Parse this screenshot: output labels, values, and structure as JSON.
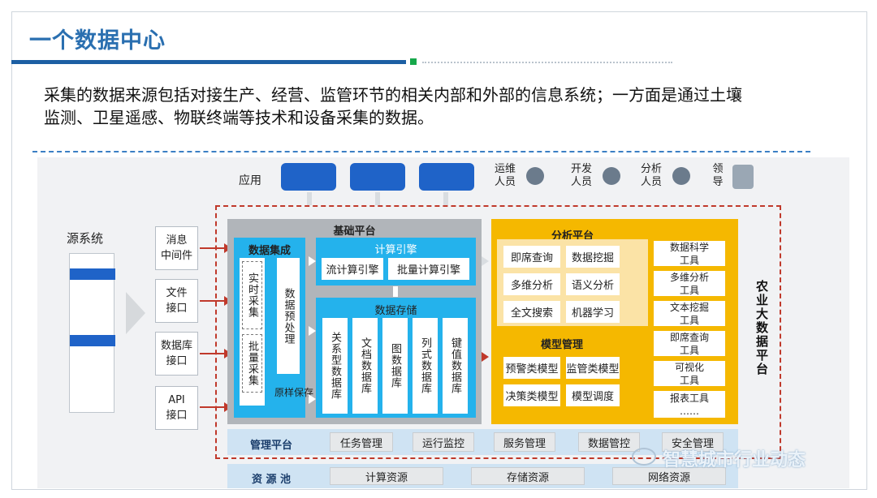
{
  "header": {
    "title": "一个数据中心",
    "intro": "采集的数据来源包括对接生产、经营、监管环节的相关内部和外部的信息系统；一方面是通过土壤监测、卫星遥感、物联终端等技术和设备采集的数据。"
  },
  "diagram": {
    "apps_label": "应用",
    "people": [
      "运维\n人员",
      "开发\n人员",
      "分析\n人员",
      "领\n导"
    ],
    "source_title": "源系统",
    "sources": [
      "消息\n中间件",
      "文件\n接口",
      "数据库\n接口",
      "API\n接口"
    ],
    "base_platform": {
      "title": "基础平台",
      "integration": {
        "title": "数据集成",
        "realtime": "实时采集",
        "batch": "批量采集",
        "preprocess": "数据预处理",
        "raw": "原样保存"
      },
      "compute": {
        "title": "计算引擎",
        "items": [
          "流计算引擎",
          "批量计算引擎"
        ]
      },
      "storage": {
        "title": "数据存储",
        "items": [
          "关系型数据库",
          "文档数据库",
          "图数据库",
          "列式数据库",
          "键值数据库"
        ]
      }
    },
    "analysis_platform": {
      "title": "分析平台",
      "items": [
        "即席查询",
        "数据挖掘",
        "多维分析",
        "语义分析",
        "全文搜索",
        "机器学习"
      ],
      "model_title": "模型管理",
      "models": [
        "预警类模型",
        "监管类模型",
        "决策类模型",
        "模型调度"
      ],
      "tools": [
        "数据科学\n工具",
        "多维分析\n工具",
        "文本挖掘\n工具",
        "即席查询\n工具",
        "可视化\n工具",
        "报表工具\n……"
      ]
    },
    "platform_label": "农业大数据平台",
    "management": {
      "title": "管理平台",
      "items": [
        "任务管理",
        "运行监控",
        "服务管理",
        "数据管控",
        "安全管理"
      ]
    },
    "resources": {
      "title": "资 源 池",
      "items": [
        "计算资源",
        "存储资源",
        "网络资源"
      ]
    },
    "watermark": "智慧城市行业动态"
  },
  "colors": {
    "title_blue": "#2a6fb0",
    "app_blue": "#1f63c8",
    "cyan": "#24b2ec",
    "orange": "#f5b800",
    "red_dash": "#c0392b"
  }
}
